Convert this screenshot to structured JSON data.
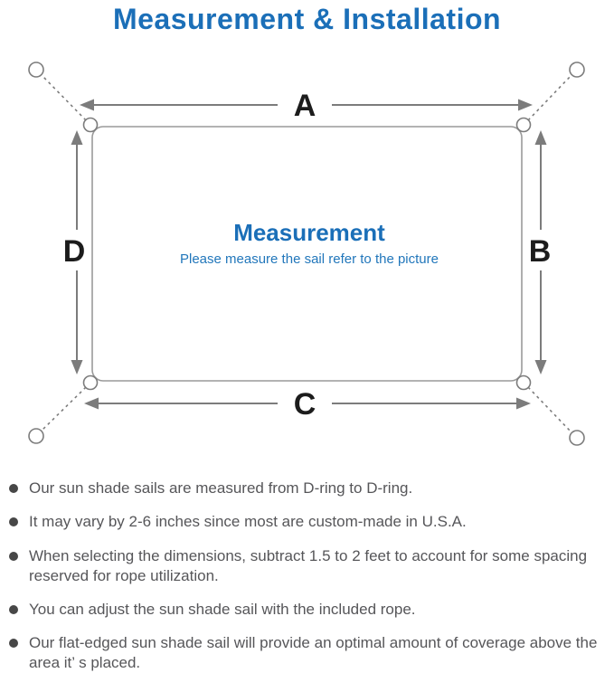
{
  "header": {
    "title": "Measurement & Installation"
  },
  "diagram": {
    "labels": {
      "top": "A",
      "right": "B",
      "bottom": "C",
      "left": "D"
    },
    "center": {
      "title": "Measurement",
      "subtitle": "Please measure the sail refer to the picture"
    }
  },
  "notes": {
    "items": [
      {
        "text": "Our sun shade sails are measured from D-ring to D-ring."
      },
      {
        "text": "It may vary by 2-6 inches since most are custom-made in U.S.A."
      },
      {
        "text": "When selecting the dimensions, subtract 1.5 to 2 feet to account for some spacing reserved for rope utilization."
      },
      {
        "text": "You can adjust the sun shade sail with the included rope."
      },
      {
        "text": "Our flat-edged sun shade sail will provide an optimal amount of coverage above the area it’ s placed."
      }
    ]
  },
  "colors": {
    "accent_blue": "#1b6fb8",
    "subtitle_blue": "#2277bb",
    "line_gray": "#7c7c7c",
    "outline_gray": "#9a9a9a",
    "label_black": "#1c1c1c",
    "bullet_gray": "#474747",
    "note_text_gray": "#565659"
  }
}
